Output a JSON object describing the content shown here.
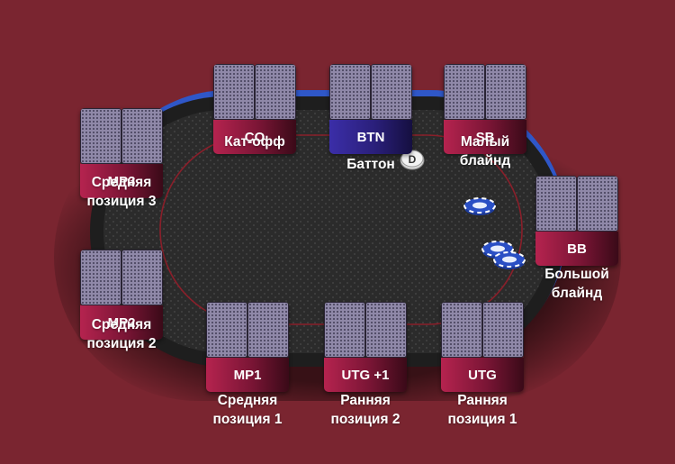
{
  "dealer_button": "D",
  "seats": [
    {
      "id": "mp3",
      "position": "MP3",
      "description": [
        "Средняя",
        "позиция 3"
      ]
    },
    {
      "id": "co",
      "position": "CO",
      "description": [
        "Кат-офф"
      ]
    },
    {
      "id": "btn",
      "position": "BTN",
      "description": [
        "Баттон"
      ]
    },
    {
      "id": "sb",
      "position": "SB",
      "description": [
        "Малый",
        "блайнд"
      ]
    },
    {
      "id": "bb",
      "position": "BB",
      "description": [
        "Большой",
        "блайнд"
      ]
    },
    {
      "id": "mp2",
      "position": "MP2",
      "description": [
        "Средняя",
        "позиция 2"
      ]
    },
    {
      "id": "mp1",
      "position": "MP1",
      "description": [
        "Средняя",
        "позиция 1"
      ]
    },
    {
      "id": "utg1",
      "position": "UTG +1",
      "description": [
        "Ранняя",
        "позиция 2"
      ]
    },
    {
      "id": "utg",
      "position": "UTG",
      "description": [
        "Ранняя",
        "позиция 1"
      ]
    }
  ],
  "colors": {
    "background": "#7a2530",
    "felt": "#2b2b2b",
    "rail": "#1e1e1e",
    "rail_accent": "#2f57c8",
    "betting_line": "#8a1f2a",
    "seat_plate": "#b5234f",
    "dealer_seat_plate": "#3b2ea8",
    "chip": "#2a4fc4"
  }
}
